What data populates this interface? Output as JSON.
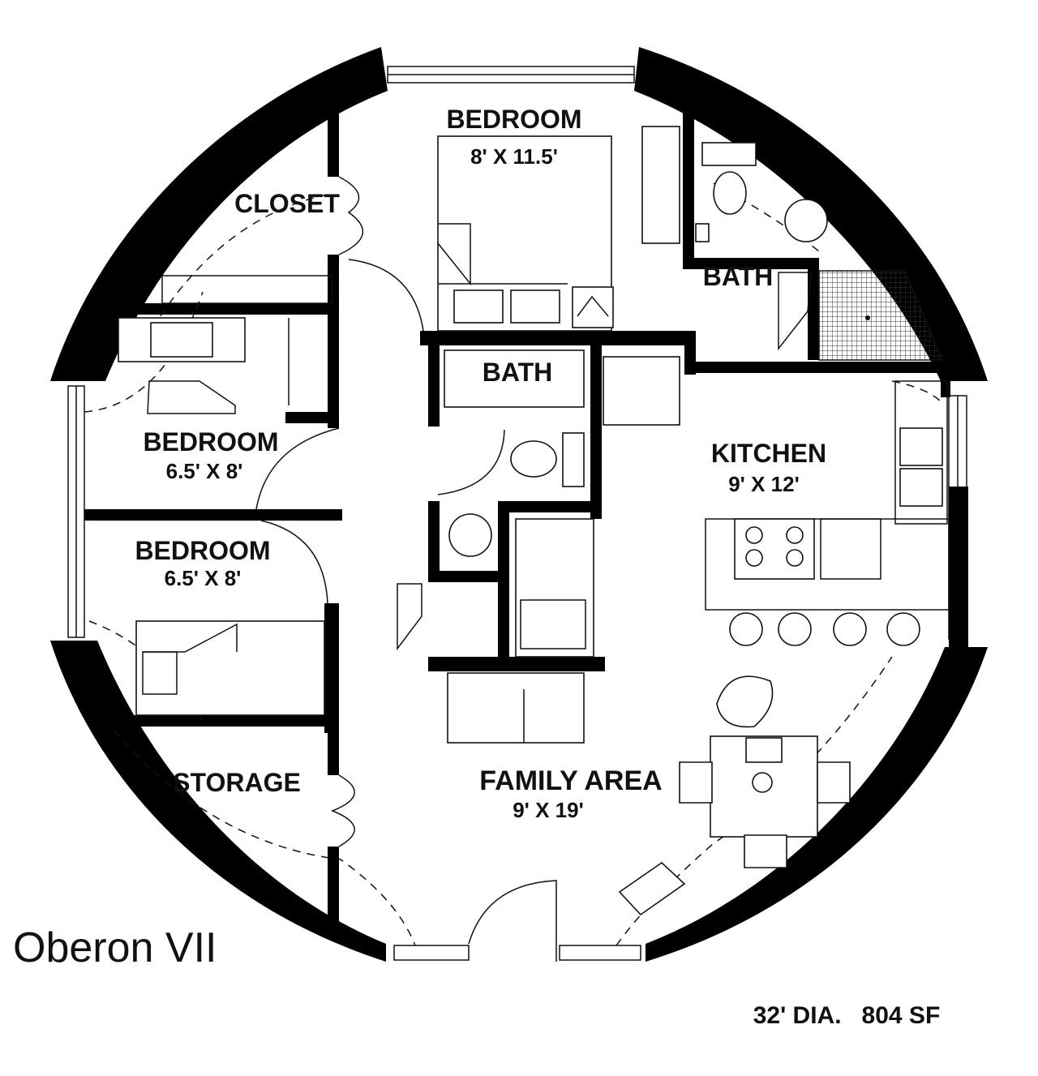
{
  "plan_name": "Oberon VII",
  "spec": "32' DIA.   804 SF",
  "rooms": {
    "bedroom_master": {
      "name": "BEDROOM",
      "size": "8' X 11.5'"
    },
    "closet": {
      "name": "CLOSET"
    },
    "bath_master": {
      "name": "BATH"
    },
    "bath_hall": {
      "name": "BATH"
    },
    "bedroom_west_upper": {
      "name": "BEDROOM",
      "size": "6.5' X 8'"
    },
    "bedroom_west_lower": {
      "name": "BEDROOM",
      "size": "6.5' X 8'"
    },
    "kitchen": {
      "name": "KITCHEN",
      "size": "9' X 12'"
    },
    "storage": {
      "name": "STORAGE"
    },
    "family_area": {
      "name": "FAMILY AREA",
      "size": "9' X 19'"
    }
  }
}
